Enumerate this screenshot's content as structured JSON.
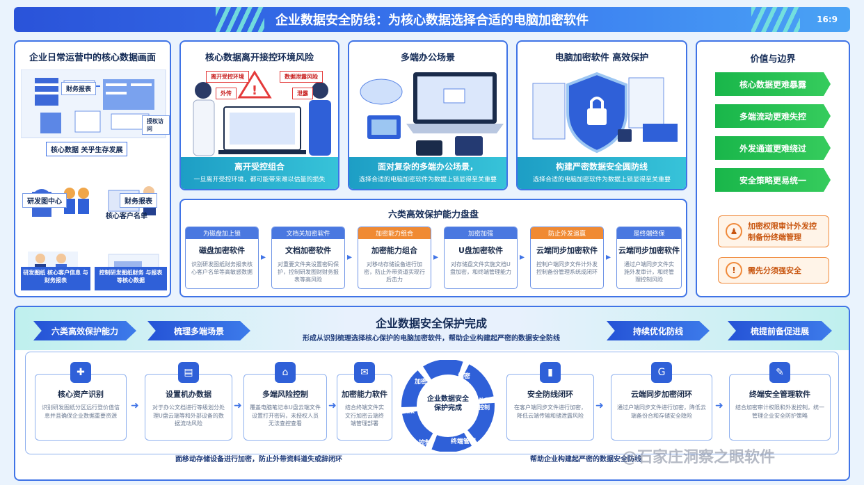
{
  "header": {
    "title": "企业数据安全防线：为核心数据选择合适的电脑加密软件",
    "time": "16:9"
  },
  "panel1": {
    "title": "企业日常运营中的核心数据画面",
    "doc_tag": "财务报表",
    "side_tag": "授权访问",
    "core_label": "核心数据 关乎生存发展",
    "rd_label": "研发图中心",
    "fin_label": "财务报表",
    "cust_label": "核心客户名单",
    "bottom_left": "研发图纸 核心客户信息 与财务报表",
    "bottom_right": "控制研发图纸财务 与报表等核心数据"
  },
  "panel2": {
    "title": "核心数据离开接控环境风险",
    "tag1": "离开受控环境",
    "tag2": "数据泄露风险",
    "tag3": "外传",
    "tag4": "泄露",
    "cap_a": "离开受控组合",
    "cap_b": "一旦离开受控环境，都可能带来难以估量的损失"
  },
  "panel3": {
    "title": "多端办公场景",
    "cap_a": "面对复杂的多端办公场景，",
    "cap_b": "选择合适的电脑加密软件为数据上锁显得至关重要"
  },
  "panel4": {
    "title": "电脑加密软件  高效保护",
    "cap_a": "构建严密数据安全圆防线",
    "cap_b": "选择合适的电脑加密软件为数据上锁显得至关重要"
  },
  "panel5": {
    "title": "价值与边界",
    "pills": [
      "核心数据更难暴露",
      "多端流动更难失控",
      "外发通道更难绕过",
      "安全策略更易统一"
    ],
    "warn1": "加密权限审计外发控制备份终端管理",
    "warn2": "需先分须强安全"
  },
  "capability": {
    "title": "六类高效保护能力盘盘",
    "cards": [
      {
        "head": "为磁盘加上锁",
        "name": "磁盘加密软件",
        "desc": "识别研发图纸财务报表核心客户名单等高敏感数据"
      },
      {
        "head": "文档关加密软件",
        "name": "文档加密软件",
        "desc": "对重要文件夹设置密码保护，控制研发图财财务报表等高风险"
      },
      {
        "head": "加密能力组合",
        "name": "加密能力组合",
        "desc": "对移动存储设备进行加密，防止外带资道实现行后击力"
      },
      {
        "head": "加密加强",
        "name": "U盘加密软件",
        "desc": "对存储盘文件实施文档U盘加密，和终端管理能力"
      },
      {
        "head": "防止外发追赢",
        "name": "云端同步加密软件",
        "desc": "控制户端同步文件计外发控制备份管理系统成闭环"
      },
      {
        "head": "是终端终保",
        "name": "云端同步加密软件",
        "desc": "通过户端同步文件实施外发审计，和终管理控制风险"
      }
    ]
  },
  "bottom": {
    "title": "企业数据安全保护完成",
    "subtitle": "形成从识别梳理选择核心保护的电脑加密软件，帮助企业构建起严密的数据安全防线",
    "chevrons": [
      "六类高效保护能力",
      "梳理多端场景",
      "持续优化防线",
      "梳提前备促进展"
    ],
    "steps": [
      {
        "icon": "✚",
        "name": "核心资产识别",
        "desc": "识别研发图纸分区远行登价值信息并且确保企业数据重要资源"
      },
      {
        "icon": "▤",
        "name": "设置机办数据",
        "desc": "对于办公文档进行等级划分处理U盘云端等和外部设备的数据流动风险"
      },
      {
        "icon": "⌂",
        "name": "多端风险控制",
        "desc": "覆盖电脑笔记本U盘云端文件设置打开密码，未授权人员无法查控查看"
      },
      {
        "icon": "✉",
        "name": "加密能力软件",
        "desc": "结合终端文件实文行加密云端终端管理部署"
      },
      {
        "icon": "▮",
        "name": "安全防线闭环",
        "desc": "在客户端同步文件进行加密，降低云端传输和储泄露风险"
      },
      {
        "icon": "G",
        "name": "云端同步加密闭环",
        "desc": "通过户端同步文件进行加密，降低云端备份合和存储安全隐险"
      },
      {
        "icon": "✎",
        "name": "终端安全管理软件",
        "desc": "结合加密审计权限和外发控制，统一管理企业安全防护策略"
      }
    ],
    "ring": {
      "center": "企业数据安全保护完成",
      "labels": [
        "加密",
        "加密",
        "外发控制",
        "终端管理",
        "控制",
        "权限"
      ]
    },
    "foot_left": "面移动存储设备进行加密，防止外带资料道失或辞闭环",
    "foot_right": "帮助企业构建起严密的数据安全防线",
    "watermark": "@石家庄洞察之眼软件"
  }
}
